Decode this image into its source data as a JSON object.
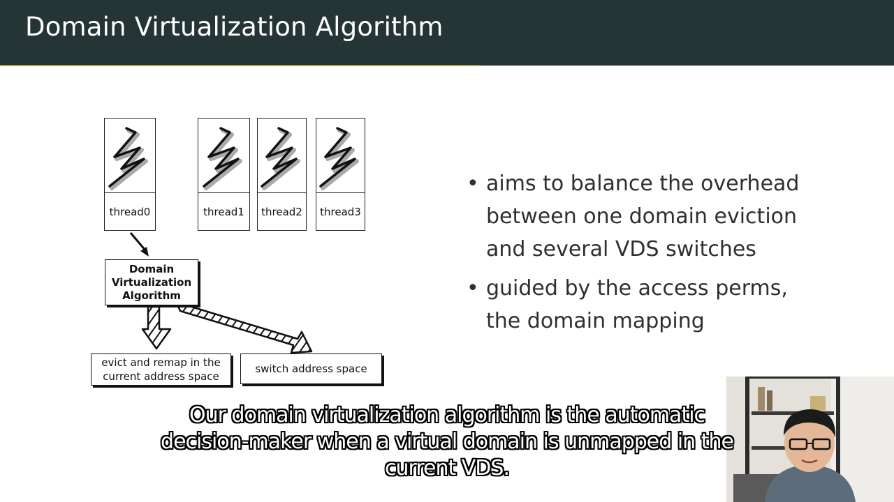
{
  "slide": {
    "title": "Domain Virtualization Algorithm"
  },
  "diagram": {
    "threads": [
      "thread0",
      "thread1",
      "thread2",
      "thread3"
    ],
    "algorithm_box": [
      "Domain",
      "Virtualization",
      "Algorithm"
    ],
    "outputs": {
      "evict": [
        "evict and remap in the",
        "current address space"
      ],
      "switch": "switch address space"
    }
  },
  "bullets": [
    [
      "aims to balance the overhead",
      "between one domain eviction",
      "and several VDS switches"
    ],
    [
      "guided by the access perms,",
      "the domain mapping"
    ]
  ],
  "subtitle": [
    "Our domain virtualization algorithm is the automatic",
    "decision-maker when a virtual domain is unmapped in the",
    "current VDS."
  ],
  "colors": {
    "title_bar": "#253434",
    "title_accent": "#b9a64d",
    "bullet_text": "#2f2f2f"
  }
}
